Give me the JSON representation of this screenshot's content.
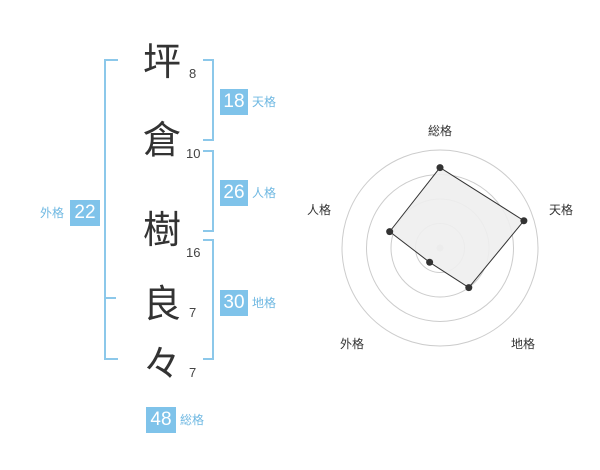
{
  "name": {
    "chars": [
      {
        "char": "坪",
        "strokes": "8"
      },
      {
        "char": "倉",
        "strokes": "10"
      },
      {
        "char": "樹",
        "strokes": "16"
      },
      {
        "char": "良",
        "strokes": "7"
      },
      {
        "char": "々",
        "strokes": "7"
      }
    ]
  },
  "fortunes": {
    "tenkaku": {
      "value": "18",
      "label": "天格"
    },
    "jinkaku": {
      "value": "26",
      "label": "人格"
    },
    "chikaku": {
      "value": "30",
      "label": "地格"
    },
    "gaikaku": {
      "value": "22",
      "label": "外格"
    },
    "soukaku": {
      "value": "48",
      "label": "総格"
    }
  },
  "chart_data": {
    "type": "radar",
    "axes": [
      "総格",
      "天格",
      "地格",
      "外格",
      "人格"
    ],
    "values": [
      0.82,
      0.9,
      0.5,
      0.18,
      0.54
    ],
    "rings": 4,
    "colors": {
      "fill": "#eeeeee",
      "line": "#333333",
      "grid": "#cccccc",
      "center": "#cfcfcf"
    }
  }
}
